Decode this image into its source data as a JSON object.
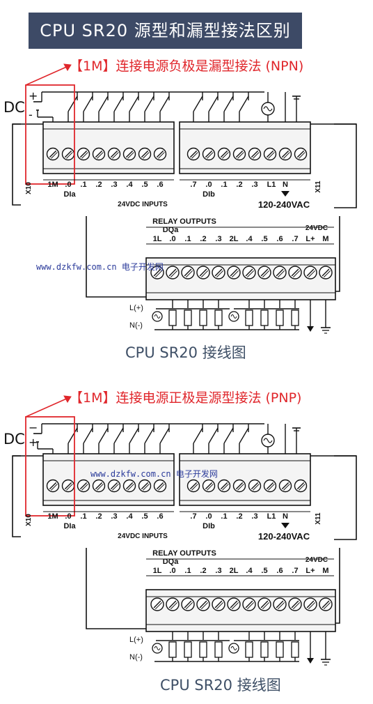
{
  "title": "CPU SR20 源型和漏型接法区别",
  "watermark": "www.dzkfw.com.cn 电子开发网",
  "dc_label": "DC",
  "diagrams": [
    {
      "annotation": "【1M】连接电源负极是漏型接法 (NPN)",
      "caption": "CPU SR20 接线图",
      "polarity_top": "+",
      "polarity_bottom": "-"
    },
    {
      "annotation": "【1M】连接电源正极是源型接法 (PNP)",
      "caption": "CPU SR20 接线图",
      "polarity_top": "−",
      "polarity_bottom": "+"
    }
  ],
  "terminals": {
    "x10": "X10",
    "x11": "X11",
    "input_labels": [
      "1M",
      ".0",
      ".1",
      ".2",
      ".3",
      ".4",
      ".5",
      ".6",
      ".7",
      ".0",
      ".1",
      ".2",
      ".3"
    ],
    "dia": "DIa",
    "dib": "DIb",
    "inputs_caption": "24VDC INPUTS",
    "power_labels": [
      "L1",
      "N"
    ],
    "ac_caption": "120-240VAC",
    "relay_caption": "RELAY OUTPUTS",
    "dqa": "DQa",
    "output_labels": [
      "1L",
      ".0",
      ".1",
      ".2",
      ".3",
      "2L",
      ".4",
      ".5",
      ".6",
      ".7",
      "L+",
      "M"
    ],
    "vdc_out": "24VDC",
    "l_plus": "L(+)",
    "n_minus": "N(-)"
  },
  "colors": {
    "banner": "#3d4a66",
    "annotation": "#e0262b",
    "caption": "#3e4f66",
    "watermark": "#2a3a9a"
  }
}
